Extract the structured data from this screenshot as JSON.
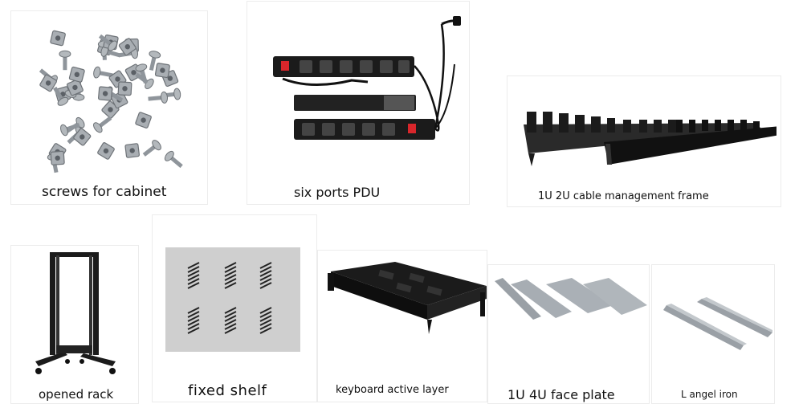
{
  "catalog": {
    "items": [
      {
        "caption": "screws for cabinet",
        "icon": "screws-icon"
      },
      {
        "caption": "six ports PDU",
        "icon": "pdu-icon"
      },
      {
        "caption": "1U 2U cable management frame",
        "icon": "cable-frame-icon"
      },
      {
        "caption": "opened rack",
        "icon": "open-rack-icon"
      },
      {
        "caption": "fixed shelf",
        "icon": "fixed-shelf-icon"
      },
      {
        "caption": "keyboard active layer",
        "icon": "keyboard-tray-icon"
      },
      {
        "caption": "1U 4U face plate",
        "icon": "face-plate-icon"
      },
      {
        "caption": "L angel iron",
        "icon": "angle-iron-icon"
      }
    ],
    "colors": {
      "metal": "#9aa0a6",
      "black": "#1b1b1b",
      "shelf": "#cfcfcf",
      "red": "#d8262b"
    }
  }
}
